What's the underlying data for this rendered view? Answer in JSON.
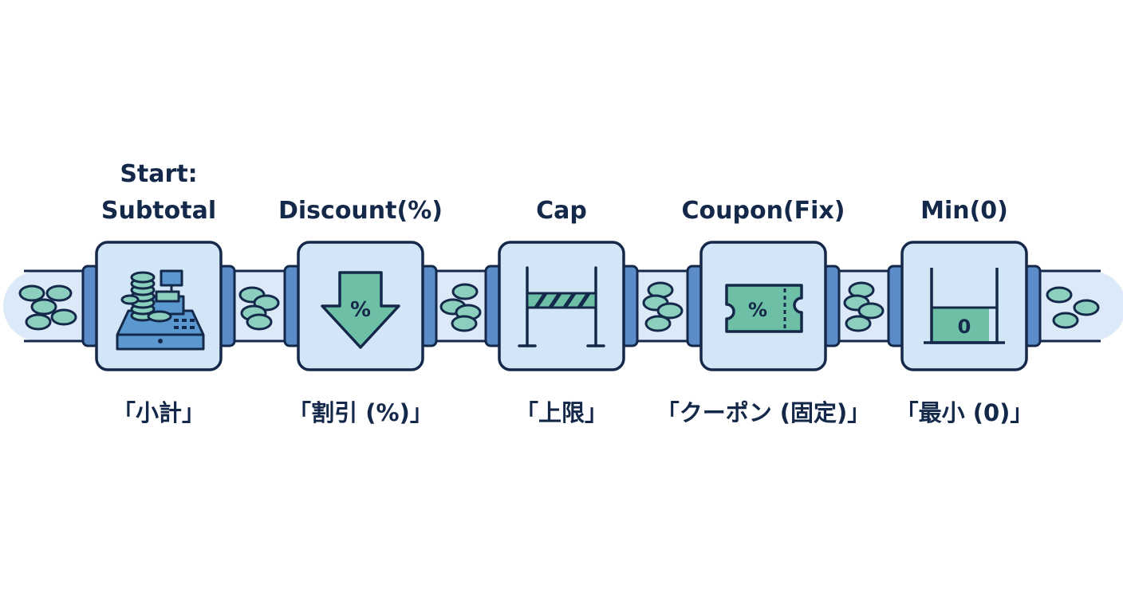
{
  "stages": [
    {
      "title_lines": [
        "Start:",
        "Subtotal"
      ],
      "label_ja": "「小計」",
      "icon": "cash-register-icon"
    },
    {
      "title_lines": [
        "Discount(%)"
      ],
      "label_ja": "「割引 (%)」",
      "icon": "percent-down-arrow-icon"
    },
    {
      "title_lines": [
        "Cap"
      ],
      "label_ja": "「上限」",
      "icon": "cap-barrier-icon"
    },
    {
      "title_lines": [
        "Coupon(Fix)"
      ],
      "label_ja": "「クーポン (固定)」",
      "icon": "coupon-ticket-icon"
    },
    {
      "title_lines": [
        "Min(0)"
      ],
      "label_ja": "「最小 (0)」",
      "icon": "min-zero-container-icon"
    }
  ],
  "icon_text": {
    "percent": "%",
    "zero": "0"
  },
  "colors": {
    "outline": "#14284a",
    "box_fill": "#d3e6f7",
    "pipe_fill": "#dbe9f8",
    "connector": "#5b8cc9",
    "teal": "#6dbfa6",
    "coin": "#8ccfbe",
    "blue_icon": "#5a98cf"
  }
}
